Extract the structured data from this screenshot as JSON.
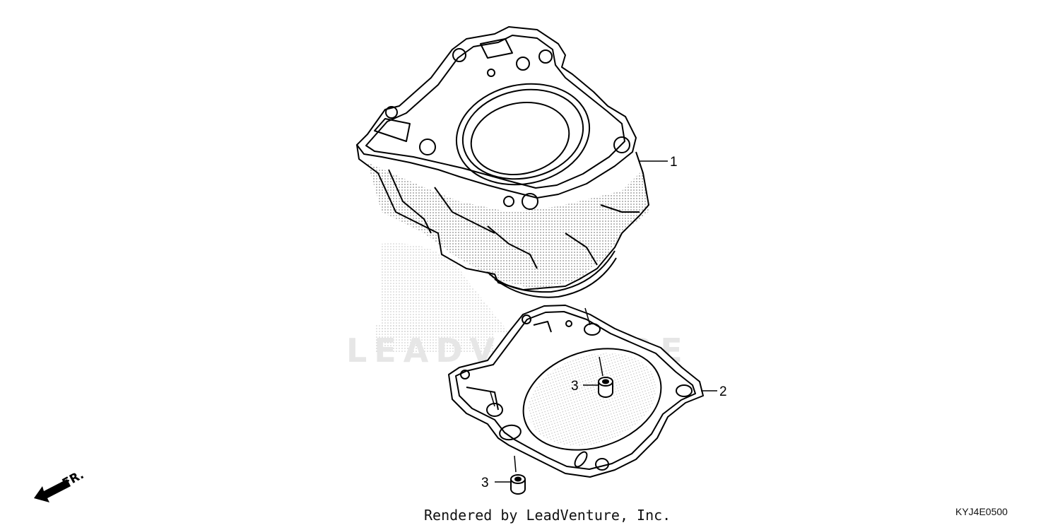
{
  "watermark": {
    "text": "LEADVENTURE"
  },
  "callouts": [
    {
      "number": "1",
      "part": "cylinder"
    },
    {
      "number": "2",
      "part": "cylinder-gasket"
    },
    {
      "number": "3",
      "part": "dowel-pin"
    },
    {
      "number": "3",
      "part": "dowel-pin"
    }
  ],
  "direction": {
    "label": "FR."
  },
  "footer": {
    "credit": "Rendered by LeadVenture, Inc.",
    "diagram_code": "KYJ4E0500"
  },
  "colors": {
    "line": "#000000",
    "watermark": "#e6e6e6",
    "stipple": "#888888"
  }
}
